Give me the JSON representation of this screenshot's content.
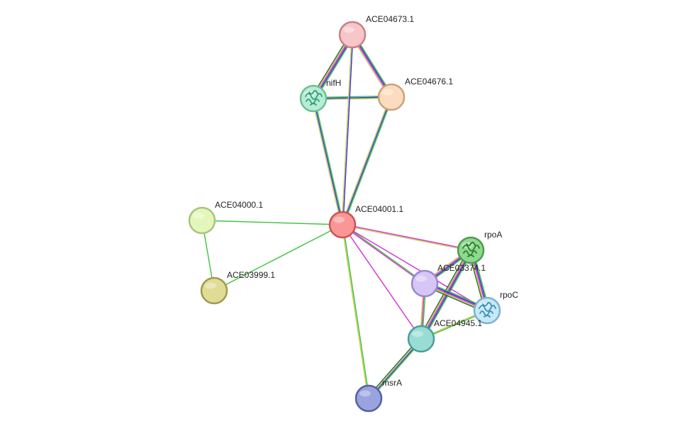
{
  "network": {
    "edge_colors": {
      "green": "#3bc43b",
      "blue": "#2e2ed6",
      "magenta": "#d22fd2",
      "yellow": "#c8c85a",
      "darkgreen": "#2b6b2b",
      "black": "#333333"
    },
    "nodes": [
      {
        "id": "ACE04673.1",
        "label": "ACE04673.1",
        "fill": "#f7c6c9",
        "stroke": "#c98088",
        "structure": false
      },
      {
        "id": "nifH",
        "label": "nifH",
        "fill": "#b8ecd4",
        "stroke": "#6cbf94",
        "structure": true,
        "structure_color": "#2f9e7a"
      },
      {
        "id": "ACE04676.1",
        "label": "ACE04676.1",
        "fill": "#fcdcbe",
        "stroke": "#c9a27c",
        "structure": false
      },
      {
        "id": "ACE04001.1",
        "label": "ACE04001.1",
        "fill": "#f99797",
        "stroke": "#d34f4f",
        "structure": false
      },
      {
        "id": "ACE04000.1",
        "label": "ACE04000.1",
        "fill": "#e3f7bc",
        "stroke": "#a8c57a",
        "structure": false
      },
      {
        "id": "ACE03999.1",
        "label": "ACE03999.1",
        "fill": "#e0dc94",
        "stroke": "#9f9a4f",
        "structure": false
      },
      {
        "id": "rpoA",
        "label": "rpoA",
        "fill": "#8fd88f",
        "stroke": "#4c9e4c",
        "structure": true,
        "structure_color": "#2e7d2e"
      },
      {
        "id": "ACE03374.1",
        "label": "ACE03374.1",
        "fill": "#d6c6f5",
        "stroke": "#9b85cf",
        "structure": false
      },
      {
        "id": "rpoC",
        "label": "rpoC",
        "fill": "#c6e8f7",
        "stroke": "#7fb2cc",
        "structure": true,
        "structure_color": "#3b8fb5"
      },
      {
        "id": "ACE04945.1",
        "label": "ACE04945.1",
        "fill": "#97ddd6",
        "stroke": "#4c9e96",
        "structure": false
      },
      {
        "id": "msrA",
        "label": "msrA",
        "fill": "#99a3de",
        "stroke": "#535fa6",
        "structure": false
      }
    ],
    "edges": [
      {
        "source": "ACE04673.1",
        "target": "nifH",
        "colors": [
          "green",
          "blue",
          "magenta",
          "yellow",
          "darkgreen"
        ]
      },
      {
        "source": "ACE04673.1",
        "target": "ACE04676.1",
        "colors": [
          "green",
          "blue",
          "magenta",
          "yellow"
        ]
      },
      {
        "source": "nifH",
        "target": "ACE04676.1",
        "colors": [
          "green",
          "blue",
          "yellow"
        ]
      },
      {
        "source": "ACE04673.1",
        "target": "ACE04001.1",
        "colors": [
          "blue",
          "yellow"
        ]
      },
      {
        "source": "nifH",
        "target": "ACE04001.1",
        "colors": [
          "green",
          "blue",
          "yellow"
        ]
      },
      {
        "source": "ACE04676.1",
        "target": "ACE04001.1",
        "colors": [
          "green",
          "blue",
          "yellow"
        ]
      },
      {
        "source": "ACE04000.1",
        "target": "ACE04001.1",
        "colors": [
          "green"
        ]
      },
      {
        "source": "ACE04000.1",
        "target": "ACE03999.1",
        "colors": [
          "green"
        ]
      },
      {
        "source": "ACE03999.1",
        "target": "ACE04001.1",
        "colors": [
          "green"
        ]
      },
      {
        "source": "ACE04001.1",
        "target": "rpoA",
        "colors": [
          "magenta",
          "yellow"
        ]
      },
      {
        "source": "ACE04001.1",
        "target": "ACE03374.1",
        "colors": [
          "green",
          "magenta"
        ]
      },
      {
        "source": "ACE04001.1",
        "target": "rpoC",
        "colors": [
          "magenta"
        ]
      },
      {
        "source": "ACE04001.1",
        "target": "ACE04945.1",
        "colors": [
          "magenta"
        ]
      },
      {
        "source": "ACE04001.1",
        "target": "msrA",
        "colors": [
          "green",
          "yellow"
        ]
      },
      {
        "source": "rpoA",
        "target": "ACE03374.1",
        "colors": [
          "green",
          "blue",
          "magenta",
          "yellow"
        ]
      },
      {
        "source": "rpoA",
        "target": "rpoC",
        "colors": [
          "green",
          "blue",
          "magenta",
          "yellow",
          "darkgreen"
        ]
      },
      {
        "source": "rpoA",
        "target": "ACE04945.1",
        "colors": [
          "green",
          "blue",
          "magenta",
          "yellow",
          "darkgreen"
        ]
      },
      {
        "source": "ACE03374.1",
        "target": "rpoC",
        "colors": [
          "green",
          "blue",
          "magenta",
          "yellow",
          "darkgreen"
        ]
      },
      {
        "source": "ACE03374.1",
        "target": "ACE04945.1",
        "colors": [
          "green",
          "magenta",
          "yellow"
        ]
      },
      {
        "source": "rpoC",
        "target": "ACE04945.1",
        "colors": [
          "green",
          "yellow"
        ]
      },
      {
        "source": "ACE04945.1",
        "target": "msrA",
        "colors": [
          "green",
          "blue",
          "yellow",
          "darkgreen"
        ]
      }
    ]
  }
}
